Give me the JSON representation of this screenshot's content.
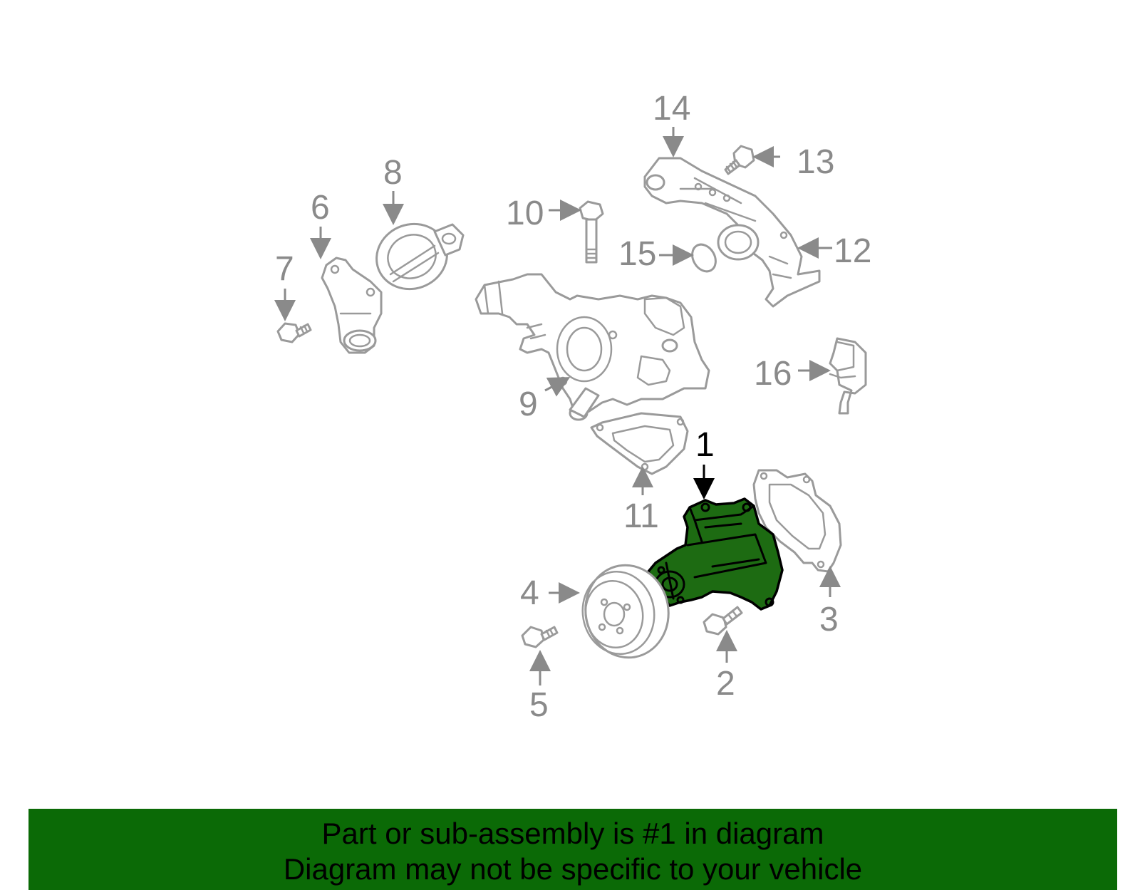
{
  "callouts": {
    "c1": "1",
    "c2": "2",
    "c3": "3",
    "c4": "4",
    "c5": "5",
    "c6": "6",
    "c7": "7",
    "c8": "8",
    "c9": "9",
    "c10": "10",
    "c11": "11",
    "c12": "12",
    "c13": "13",
    "c14": "14",
    "c15": "15",
    "c16": "16"
  },
  "highlighted_part": "1",
  "colors": {
    "highlight_fill": "#1d6b12",
    "banner_background": "#0b6a06",
    "part_line": "#9a9a9a",
    "callout_text": "#8a8a8a",
    "active_callout_text": "#000000"
  },
  "banner": {
    "line1": "Part or sub-assembly is #1 in diagram",
    "line2": "Diagram may not be specific to your vehicle"
  }
}
